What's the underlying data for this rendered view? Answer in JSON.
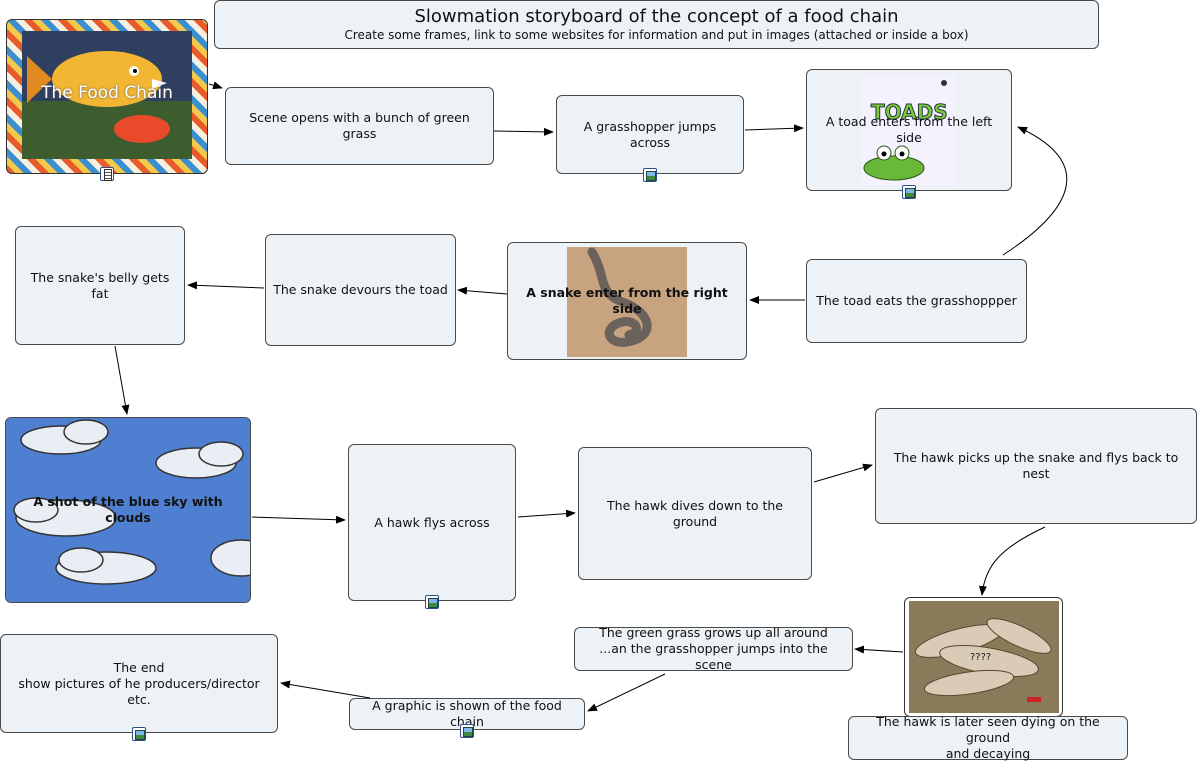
{
  "header": {
    "title": "Slowmation storyboard of the concept of a food chain",
    "subtitle": "Create some frames, link to some websites for information and put in images (attached or inside a box)"
  },
  "nodes": {
    "grass": "Scene opens with a bunch of green grass",
    "grasshopper": "A grasshopper jumps across",
    "toad_enters": "A toad enters from the left side",
    "toad_eats": "The toad eats the grasshoppper",
    "snake_enters": "A snake enter from the right side",
    "snake_devours": "The snake devours the toad",
    "snake_belly": "The snake's belly gets fat",
    "blue_sky": "A shot of the blue sky with clouds",
    "hawk_flys": "A hawk flys across",
    "hawk_dives": "The hawk dives down to the ground",
    "hawk_picks": "The hawk picks up the snake and flys back to nest",
    "hawk_dying": "The hawk is later seen dying on the ground\nand decaying",
    "grass_grows": "The green grass grows up all around\n...an the grasshopper jumps into the scene",
    "graphic": "A graphic is shown of the food chain",
    "the_end": "The end\nshow pictures of he producers/director etc."
  },
  "images": {
    "book_cover_title": "The Food Chain",
    "toads_label": "TOADS",
    "feathers_caption": "????"
  },
  "colors": {
    "node_fill": "#ecf2f5",
    "node_border": "#4a4a4a",
    "sky": "#4f7fd0",
    "link": "#000000"
  }
}
